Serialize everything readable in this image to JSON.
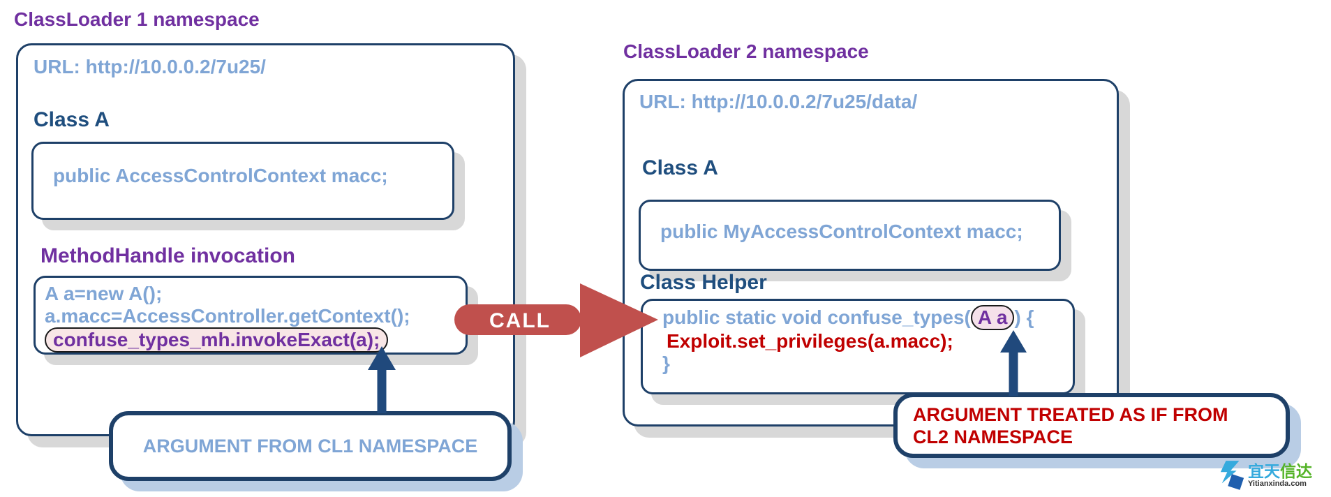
{
  "colors": {
    "purple_heading": "#7030a0",
    "navy_border": "#1e4068",
    "light_blue_text": "#7fa5d5",
    "dark_blue_label": "#1f4e7e",
    "red_text": "#c00000",
    "call_arrow_red": "#c0504d",
    "box_shadow_gray": "#d8d8d8",
    "callout_shadow_blue": "#b9cde5",
    "capsule_pink": "#f8e6e6"
  },
  "cl1": {
    "title": "ClassLoader 1 namespace",
    "url": "URL: http://10.0.0.2/7u25/",
    "class_a_label": "Class A",
    "class_a_code": "public AccessControlContext macc;",
    "mh_label": "MethodHandle invocation",
    "code_line1": "A a=new A();",
    "code_line2": "a.macc=AccessController.getContext();",
    "code_line3": "confuse_types_mh.invokeExact(a);",
    "annotation": "ARGUMENT FROM CL1 NAMESPACE"
  },
  "call_arrow": {
    "label": "CALL"
  },
  "cl2": {
    "title": "ClassLoader 2 namespace",
    "url": "URL: http://10.0.0.2/7u25/data/",
    "class_a_label": "Class A",
    "class_a_code": "public MyAccessControlContext macc;",
    "helper_label": "Class Helper",
    "code_line1_pre": "public static void confuse_types(",
    "code_line1_arg": "A a",
    "code_line1_post": ") {",
    "code_line2": "Exploit.set_privileges(a.macc);",
    "code_line3": "}",
    "annotation_line1": "ARGUMENT TREATED AS IF FROM",
    "annotation_line2": "CL2 NAMESPACE"
  },
  "watermark": {
    "cn_part1": "宜天",
    "cn_part2": "信达",
    "en": "Yitianxinda.com"
  }
}
